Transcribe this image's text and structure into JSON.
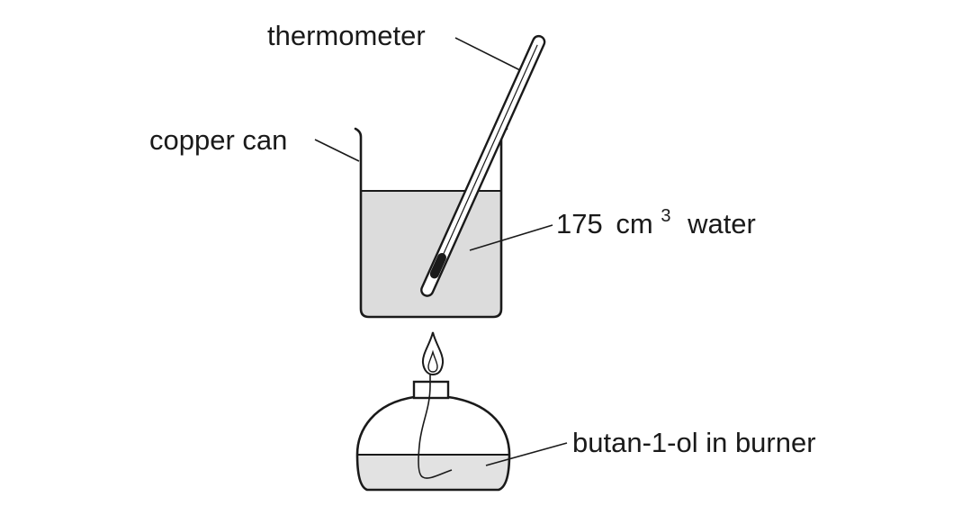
{
  "labels": {
    "thermometer": "thermometer",
    "copper_can": "copper can",
    "water_number": "175",
    "water_unit": "cm",
    "water_exponent": "3",
    "water_substance": "water",
    "burner": "butan-1-ol in burner"
  },
  "colors": {
    "water": "#dcdcdc",
    "liquid": "#e2e2e2",
    "outline": "#1a1a1a",
    "background": "#ffffff"
  }
}
